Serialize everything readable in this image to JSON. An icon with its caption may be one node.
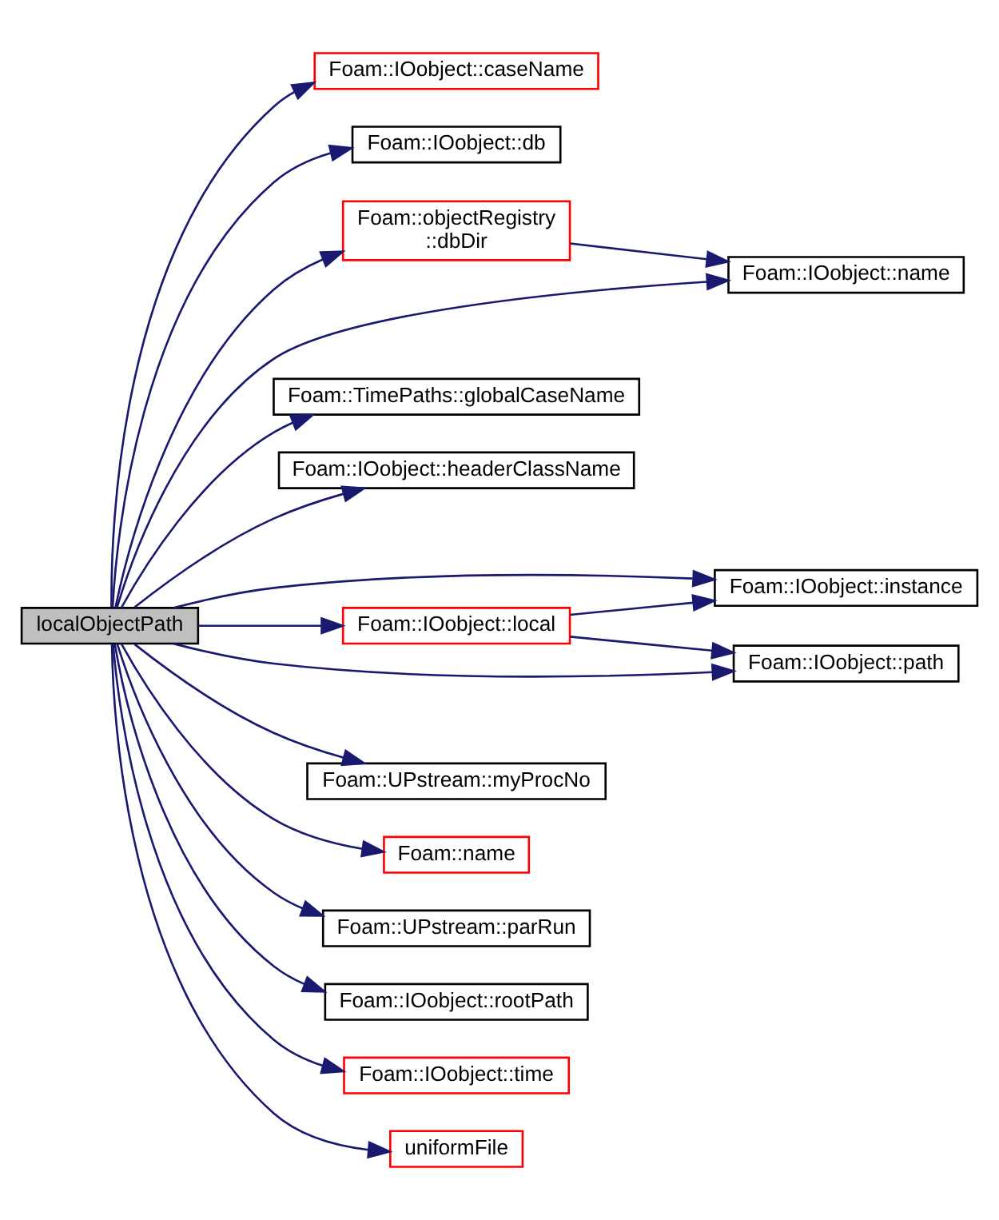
{
  "diagram": {
    "nodes": [
      {
        "text": [
          "localObjectPath"
        ]
      },
      {
        "text": [
          "Foam::IOobject::caseName"
        ]
      },
      {
        "text": [
          "Foam::IOobject::db"
        ]
      },
      {
        "text": [
          "Foam::objectRegistry ::dbDir"
        ]
      },
      {
        "text": [
          "Foam::IOobject::name"
        ]
      },
      {
        "text": [
          "Foam::TimePaths::globalCaseName"
        ]
      },
      {
        "text": [
          "Foam::IOobject::headerClassName"
        ]
      },
      {
        "text": [
          "Foam::IOobject::instance"
        ]
      },
      {
        "text": [
          "Foam::IOobject::local"
        ]
      },
      {
        "text": [
          "Foam::IOobject::path"
        ]
      },
      {
        "text": [
          "Foam::UPstream::myProcNo"
        ]
      },
      {
        "text": [
          "Foam::name"
        ]
      },
      {
        "text": [
          "Foam::UPstream::parRun"
        ]
      },
      {
        "text": [
          "Foam::IOobject::rootPath"
        ]
      },
      {
        "text": [
          "Foam::IOobject::time"
        ]
      },
      {
        "text": [
          "uniformFile"
        ]
      }
    ],
    "edges": [
      {
        "from": 0,
        "to": 1,
        "arrow": "to"
      },
      {
        "from": 0,
        "to": 2,
        "arrow": "to"
      },
      {
        "from": 0,
        "to": 3,
        "arrow": "to"
      },
      {
        "from": 3,
        "to": 4,
        "arrow": "to"
      },
      {
        "from": 0,
        "to": 4,
        "arrow": "to"
      },
      {
        "from": 0,
        "to": 5,
        "arrow": "to"
      },
      {
        "from": 0,
        "to": 6,
        "arrow": "to"
      },
      {
        "from": 0,
        "to": 7,
        "arrow": "to"
      },
      {
        "from": 0,
        "to": 8,
        "arrow": "to"
      },
      {
        "from": 8,
        "to": 7,
        "arrow": "to"
      },
      {
        "from": 8,
        "to": 9,
        "arrow": "to"
      },
      {
        "from": 0,
        "to": 9,
        "arrow": "to"
      },
      {
        "from": 0,
        "to": 10,
        "arrow": "to"
      },
      {
        "from": 0,
        "to": 11,
        "arrow": "to"
      },
      {
        "from": 0,
        "to": 12,
        "arrow": "to"
      },
      {
        "from": 0,
        "to": 13,
        "arrow": "to"
      },
      {
        "from": 0,
        "to": 14,
        "arrow": "to"
      },
      {
        "from": 0,
        "to": 15,
        "arrow": "to"
      }
    ]
  }
}
